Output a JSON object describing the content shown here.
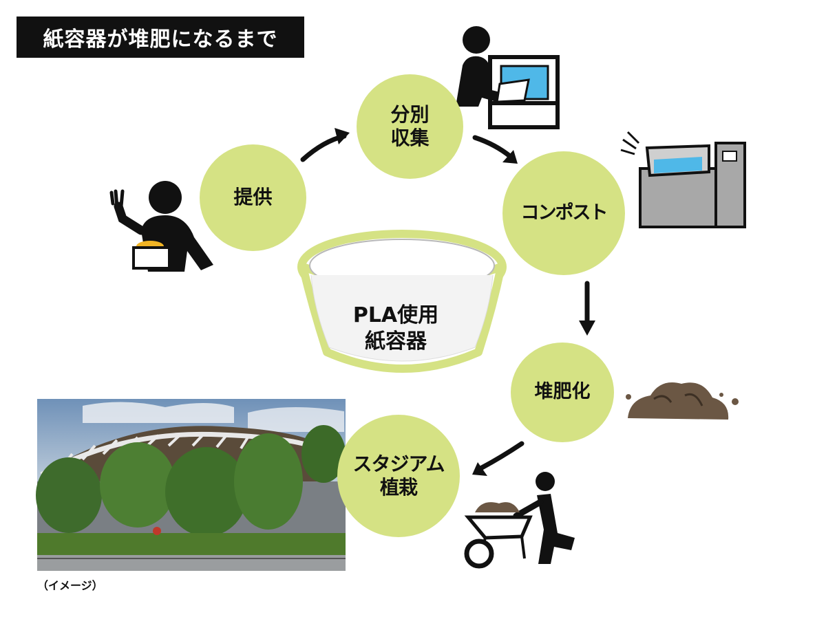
{
  "title": "紙容器が堆肥になるまで",
  "steps": {
    "serve": "提供",
    "collect": "分別\n収集",
    "compost": "コンポスト",
    "fertilize": "堆肥化",
    "planting": "スタジアム\n植栽"
  },
  "center": {
    "label": "PLA使用\n紙容器"
  },
  "photo_caption": "（イメージ）",
  "colors": {
    "circle": "#d5e284",
    "cup_outline": "#d5e284",
    "screen": "#4fb8e8",
    "soil": "#6b5744",
    "machine": "#a8a8a8",
    "dark": "#111111"
  },
  "icons": [
    "person-eating-icon",
    "person-sorting-icon",
    "compost-machine-icon",
    "soil-pile-icon",
    "wheelbarrow-person-icon"
  ]
}
